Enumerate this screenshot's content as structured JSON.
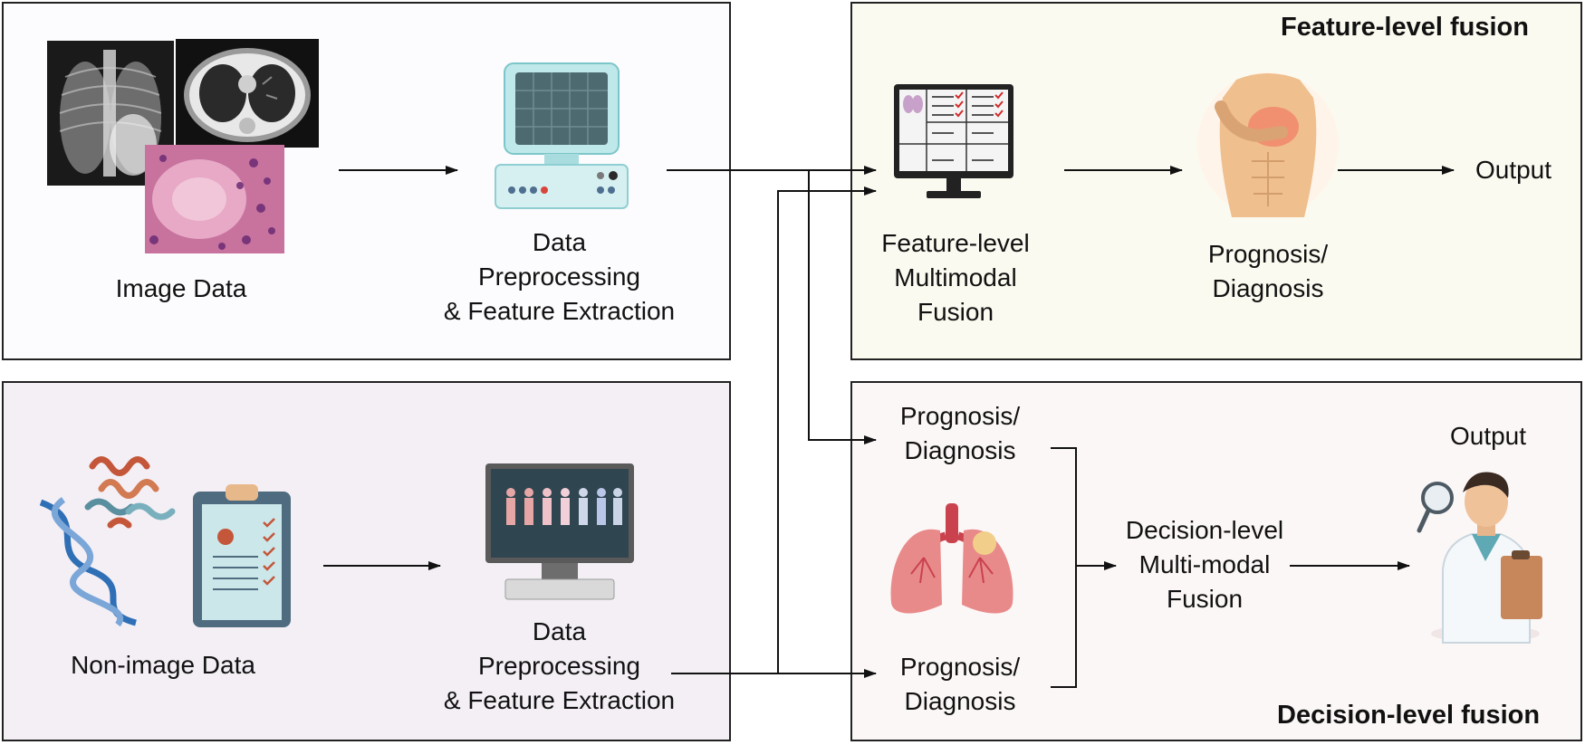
{
  "panels": {
    "image_data": {
      "label": "Image Data"
    },
    "image_preprocessing": {
      "line1": "Data",
      "line2": "Preprocessing",
      "line3": "& Feature Extraction"
    },
    "non_image_data": {
      "label": "Non-image Data"
    },
    "non_image_preprocessing": {
      "line1": "Data",
      "line2": "Preprocessing",
      "line3": "& Feature Extraction"
    },
    "feature_level": {
      "title": "Feature-level fusion",
      "fusion_line1": "Feature-level",
      "fusion_line2": "Multimodal",
      "fusion_line3": "Fusion",
      "prognosis_line1": "Prognosis/",
      "prognosis_line2": "Diagnosis",
      "output": "Output"
    },
    "decision_level": {
      "title": "Decision-level fusion",
      "top_prog_line1": "Prognosis/",
      "top_prog_line2": "Diagnosis",
      "bottom_prog_line1": "Prognosis/",
      "bottom_prog_line2": "Diagnosis",
      "fusion_line1": "Decision-level",
      "fusion_line2": "Multi-modal",
      "fusion_line3": "Fusion",
      "output": "Output"
    }
  },
  "icons": [
    "xray-image-icon",
    "ct-scan-image-icon",
    "histology-image-icon",
    "medical-device-icon",
    "protein-structure-icon",
    "dna-helix-icon",
    "clipboard-record-icon",
    "population-monitor-icon",
    "fusion-monitor-icon",
    "human-torso-icon",
    "lungs-icon",
    "doctor-icon"
  ],
  "colors": {
    "image_panel_bg": "#fcfbfd",
    "non_image_panel_bg": "#f3eff5",
    "feature_panel_bg": "#fbfaf0",
    "decision_panel_bg": "#fcf7f7",
    "border": "#222222"
  }
}
